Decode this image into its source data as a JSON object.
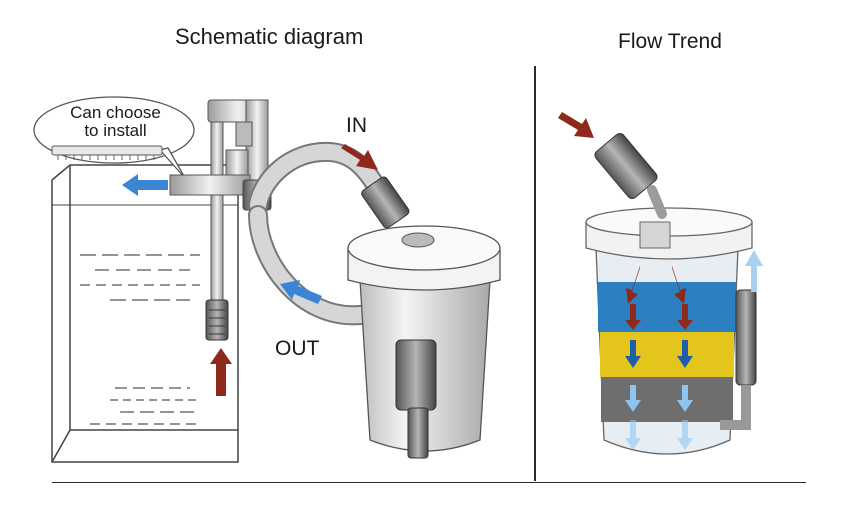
{
  "titles": {
    "schematic": "Schematic diagram",
    "flow": "Flow Trend"
  },
  "labels": {
    "in": "IN",
    "out": "OUT",
    "callout_line1": "Can choose",
    "callout_line2": "to install"
  },
  "colors": {
    "arrow_red": "#8e2a1c",
    "arrow_blue": "#3a86d4",
    "layer_blue": "#2c80c2",
    "layer_yellow": "#e4c51c",
    "layer_gray": "#6e6e6e",
    "pipe": "#cfcfcf",
    "outline": "#333333"
  }
}
